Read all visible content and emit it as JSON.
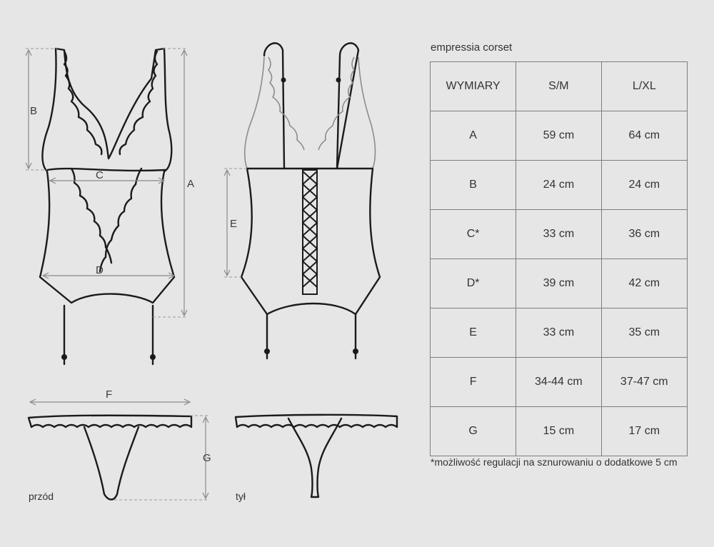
{
  "title": "empressia corset",
  "table": {
    "headers": [
      "WYMIARY",
      "S/M",
      "L/XL"
    ],
    "rows": [
      [
        "A",
        "59 cm",
        "64 cm"
      ],
      [
        "B",
        "24 cm",
        "24 cm"
      ],
      [
        "C*",
        "33 cm",
        "36 cm"
      ],
      [
        "D*",
        "39 cm",
        "42 cm"
      ],
      [
        "E",
        "33 cm",
        "35 cm"
      ],
      [
        "F",
        "34-44 cm",
        "37-47 cm"
      ],
      [
        "G",
        "15 cm",
        "17 cm"
      ]
    ]
  },
  "footnote": "*możliwość regulacji na sznurowaniu o dodatkowe 5 cm",
  "diagram": {
    "labels": {
      "A": "A",
      "B": "B",
      "C": "C",
      "D": "D",
      "E": "E",
      "F": "F",
      "G": "G"
    },
    "front_caption": "przód",
    "back_caption": "tył"
  }
}
